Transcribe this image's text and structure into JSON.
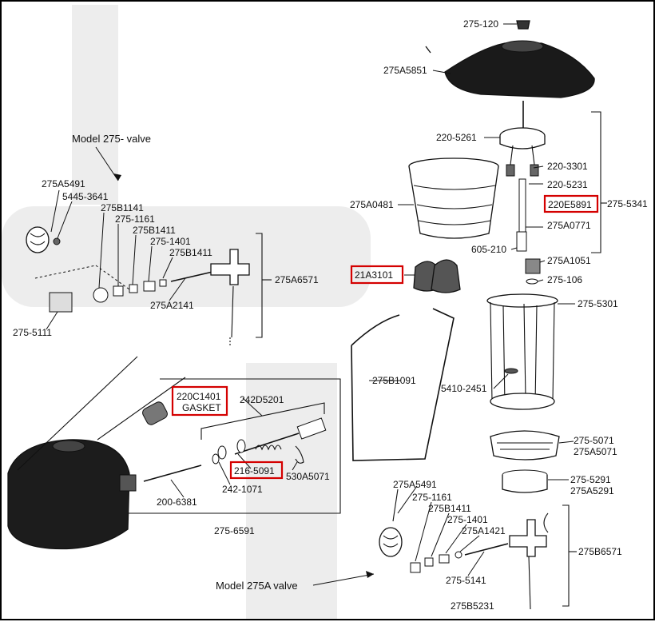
{
  "headings": {
    "model_275": "Model 275- valve",
    "model_275a": "Model 275A valve"
  },
  "parts": {
    "p275_120": "275-120",
    "p275A5851": "275A5851",
    "p220_5261": "220-5261",
    "p220_3301": "220-3301",
    "p220_5231": "220-5231",
    "p220E5891": "220E5891",
    "p275_5341": "275-5341",
    "p275A0481": "275A0481",
    "p275A0771": "275A0771",
    "p605_210": "605-210",
    "p21A3101": "21A3101",
    "p275A1051": "275A1051",
    "p275_106": "275-106",
    "p275_5301": "275-5301",
    "p275B1091": "275B1091",
    "p5410_2451": "5410-2451",
    "p275_5071": "275-5071",
    "p275A5071": "275A5071",
    "p275_5291": "275-5291",
    "p275A5291": "275A5291",
    "p275A5491_top": "275A5491",
    "p5445_3641": "5445-3641",
    "p275B1141_top": "275B1141",
    "p275_1161_top": "275-1161",
    "p275B1411_top": "275B1411",
    "p275_1401_top": "275-1401",
    "p275B1411_top2": "275B1411",
    "p275A6571": "275A6571",
    "p275A2141": "275A2141",
    "p275_5111": "275-5111",
    "p220C1401": "220C1401",
    "gasket": "GASKET",
    "p242D5201": "242D5201",
    "p216_5091": "216-5091",
    "p530A5071": "530A5071",
    "p242_1071": "242-1071",
    "p200_6381": "200-6381",
    "p275_6591": "275-6591",
    "p275A5491_bot": "275A5491",
    "p275_1161_bot": "275-1161",
    "p275B1411_bot": "275B1411",
    "p275_1401_bot": "275-1401",
    "p275A1421": "275A1421",
    "p275B6571": "275B6571",
    "p275_5141": "275-5141",
    "p275B5231": "275B5231"
  },
  "highlight_color": "#d40000"
}
